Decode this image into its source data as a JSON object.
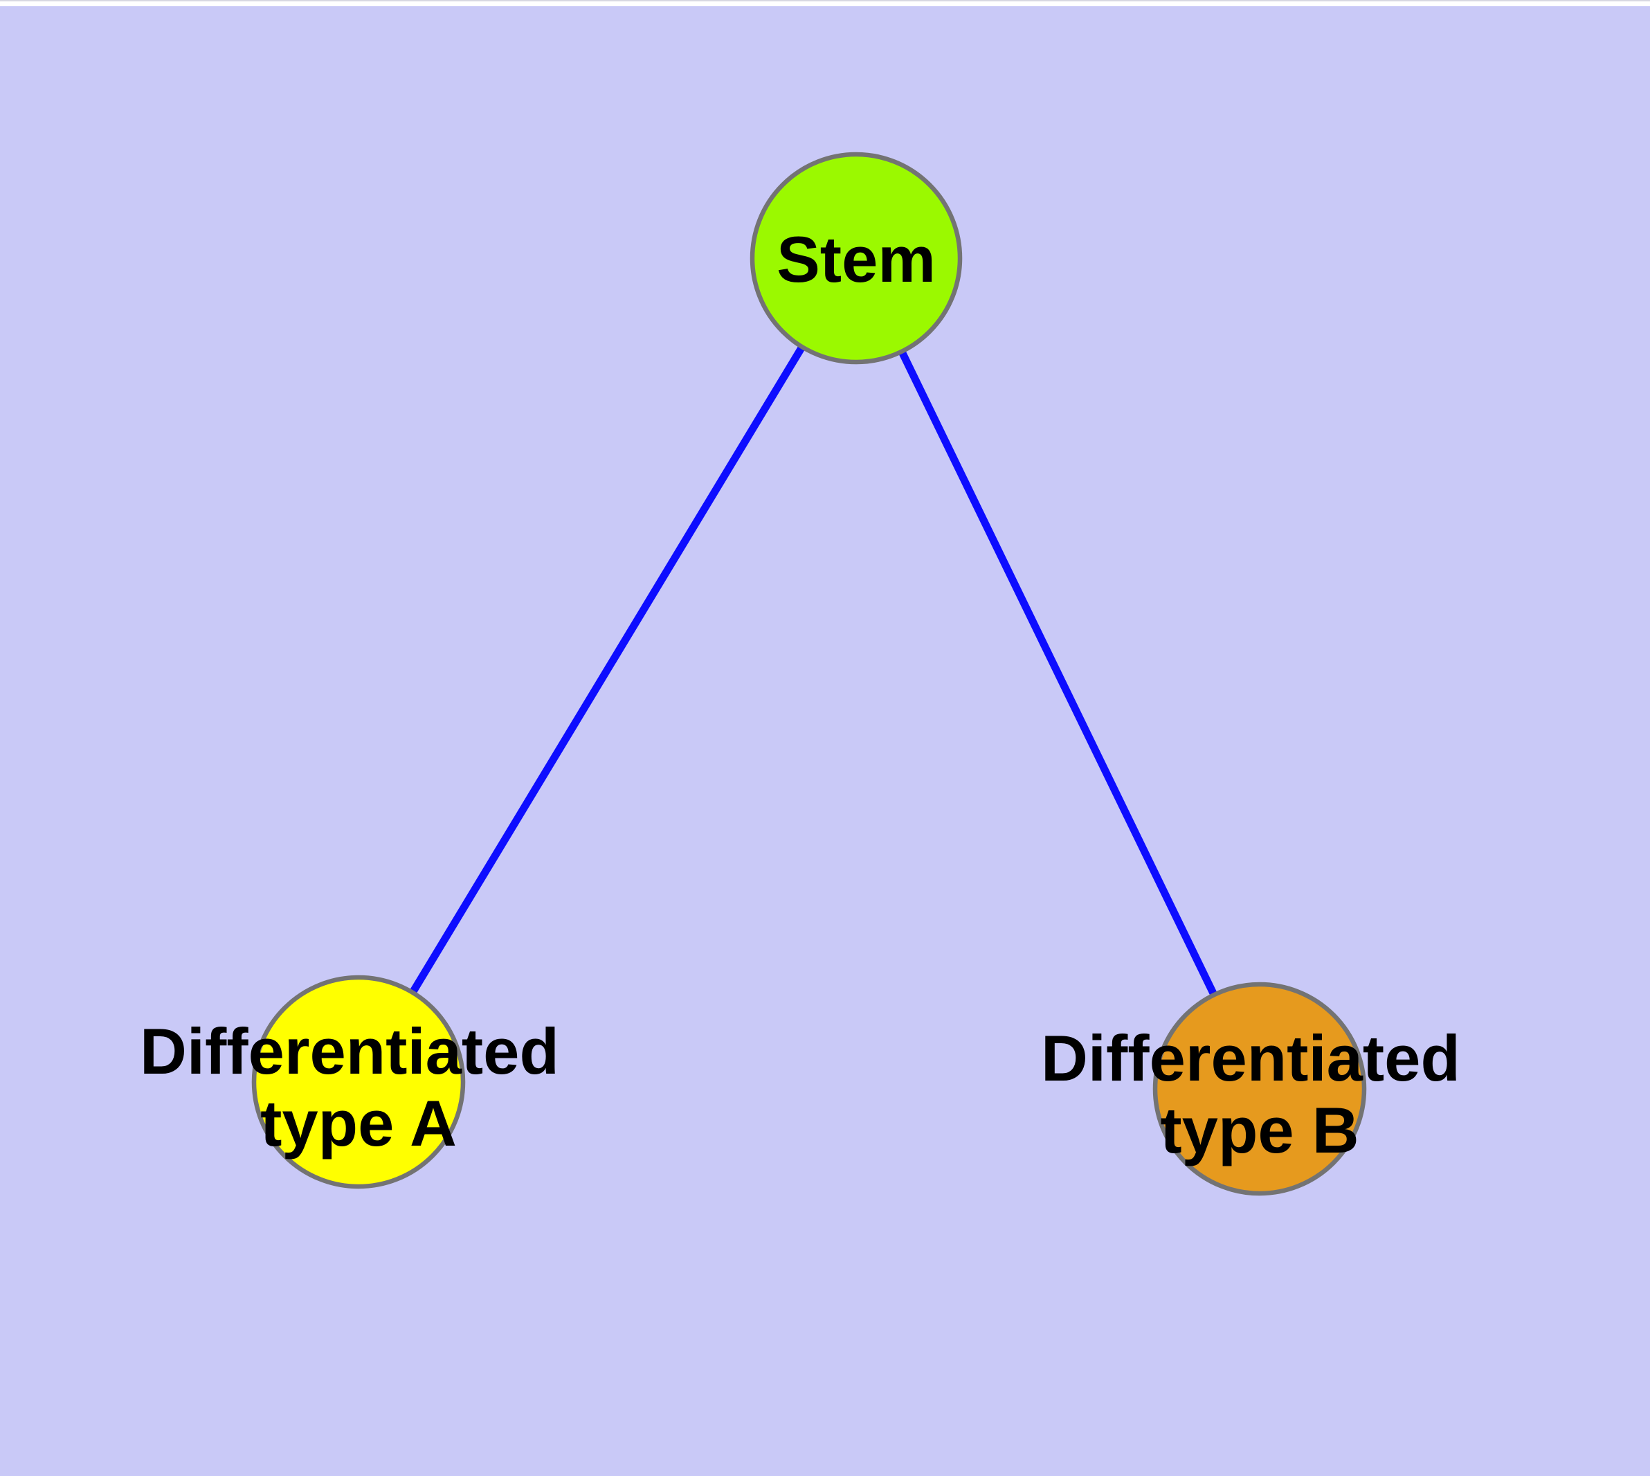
{
  "graph": {
    "description": "Stem cell differentiation graph: a Stem node connected by two edges to Differentiated type A and Differentiated type B nodes",
    "background_color": "#c9c9f7",
    "margin_color": "#ffffff",
    "top_border_color": "#d8d8e2",
    "edge_color": "#0d0dff",
    "node_border_color": "#737373",
    "label_color": "#000000",
    "nodes": [
      {
        "id": "stem",
        "label": "Stem",
        "fill_color": "#9bf900"
      },
      {
        "id": "differentiated-type-a",
        "label": "Differentiated type A",
        "label_line1": "Differentiated",
        "label_line2": "type A",
        "fill_color": "#ffff00"
      },
      {
        "id": "differentiated-type-b",
        "label": "Differentiated type B",
        "label_line1": "Differentiated",
        "label_line2": "type B",
        "fill_color": "#e69a1e"
      }
    ],
    "edges": [
      {
        "from": "stem",
        "to": "differentiated-type-a"
      },
      {
        "from": "stem",
        "to": "differentiated-type-b"
      }
    ]
  }
}
